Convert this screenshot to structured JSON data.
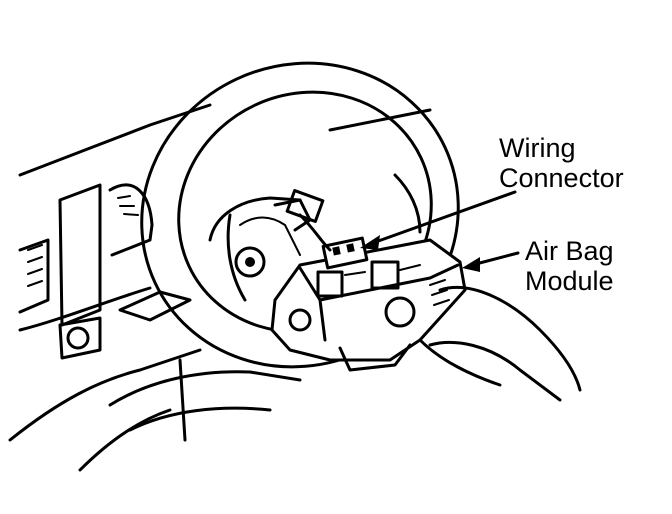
{
  "callouts": [
    {
      "id": "wiring",
      "lines": [
        "Wiring",
        "Connector"
      ]
    },
    {
      "id": "airbag",
      "lines": [
        "Air Bag",
        "Module"
      ]
    }
  ],
  "colors": {
    "ink": "#000000",
    "paper": "#ffffff"
  }
}
